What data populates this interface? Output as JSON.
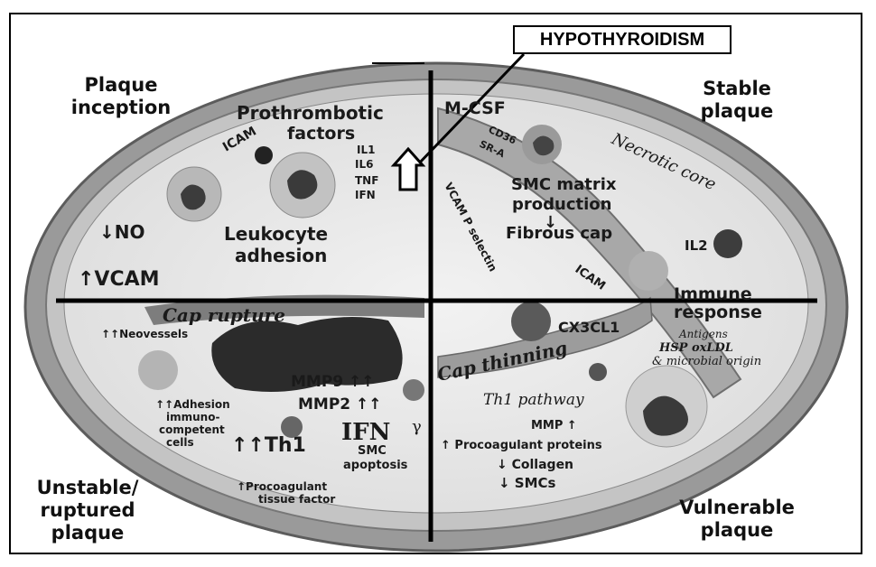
{
  "hypothyroidism_label": "HYPOTHYROIDISM",
  "quadrants": {
    "top_left": "Plaque inception",
    "top_right": "Stable plaque",
    "bottom_left": "Unstable/ ruptured plaque",
    "bottom_right": "Vulnerable plaque"
  },
  "labels": {
    "prothrombotic": "Prothrombotic",
    "factors": "factors",
    "mcsf": "M-CSF",
    "icam": "ICAM",
    "il1": "IL1",
    "il6": "IL6",
    "tnf": "TNF",
    "ifn": "IFN",
    "no": "↓NO",
    "vcam": "↑VCAM",
    "leukocyte": "Leukocyte",
    "adhesion": "adhesion",
    "cd36": "CD36",
    "sra": "SR-A",
    "vcam_p_selectin": "VCAM P selectin",
    "icam_right": "ICAM",
    "necrotic_core": "Necrotic core",
    "smc_matrix": "SMC matrix",
    "production": "production",
    "down_arrow": "↓",
    "fibrous_cap": "Fibrous cap",
    "il2": "IL2",
    "immune": "Immune",
    "response": "response",
    "cap_rupture": "Cap rupture",
    "neovessels": "↑↑Neovessels",
    "cx3cl1": "CX3CL1",
    "antigens": "Antigens",
    "hsp": "HSP   oxLDL",
    "microbial": "& microbial origin",
    "cap_thinning": "Cap thinning",
    "mmp9": "MMP9 ↑↑",
    "mmp2": "MMP2 ↑↑",
    "adhesion_immuno": "↑↑Adhesion",
    "immuno": "immuno-",
    "competent": "competent",
    "cells": "cells",
    "th1": "↑↑Th1",
    "ifn_big": "IFN",
    "gamma": "γ",
    "smc": "SMC",
    "apoptosis": "apoptosis",
    "procoagulant_tf": "↑Procoagulant",
    "tissue_factor": "tissue factor",
    "th1_pathway": "Th1 pathway",
    "mmp_up": "MMP ↑",
    "procoag_proteins": "↑ Procoagulant proteins",
    "collagen": "↓   Collagen",
    "smcs": "↓ SMCs"
  }
}
